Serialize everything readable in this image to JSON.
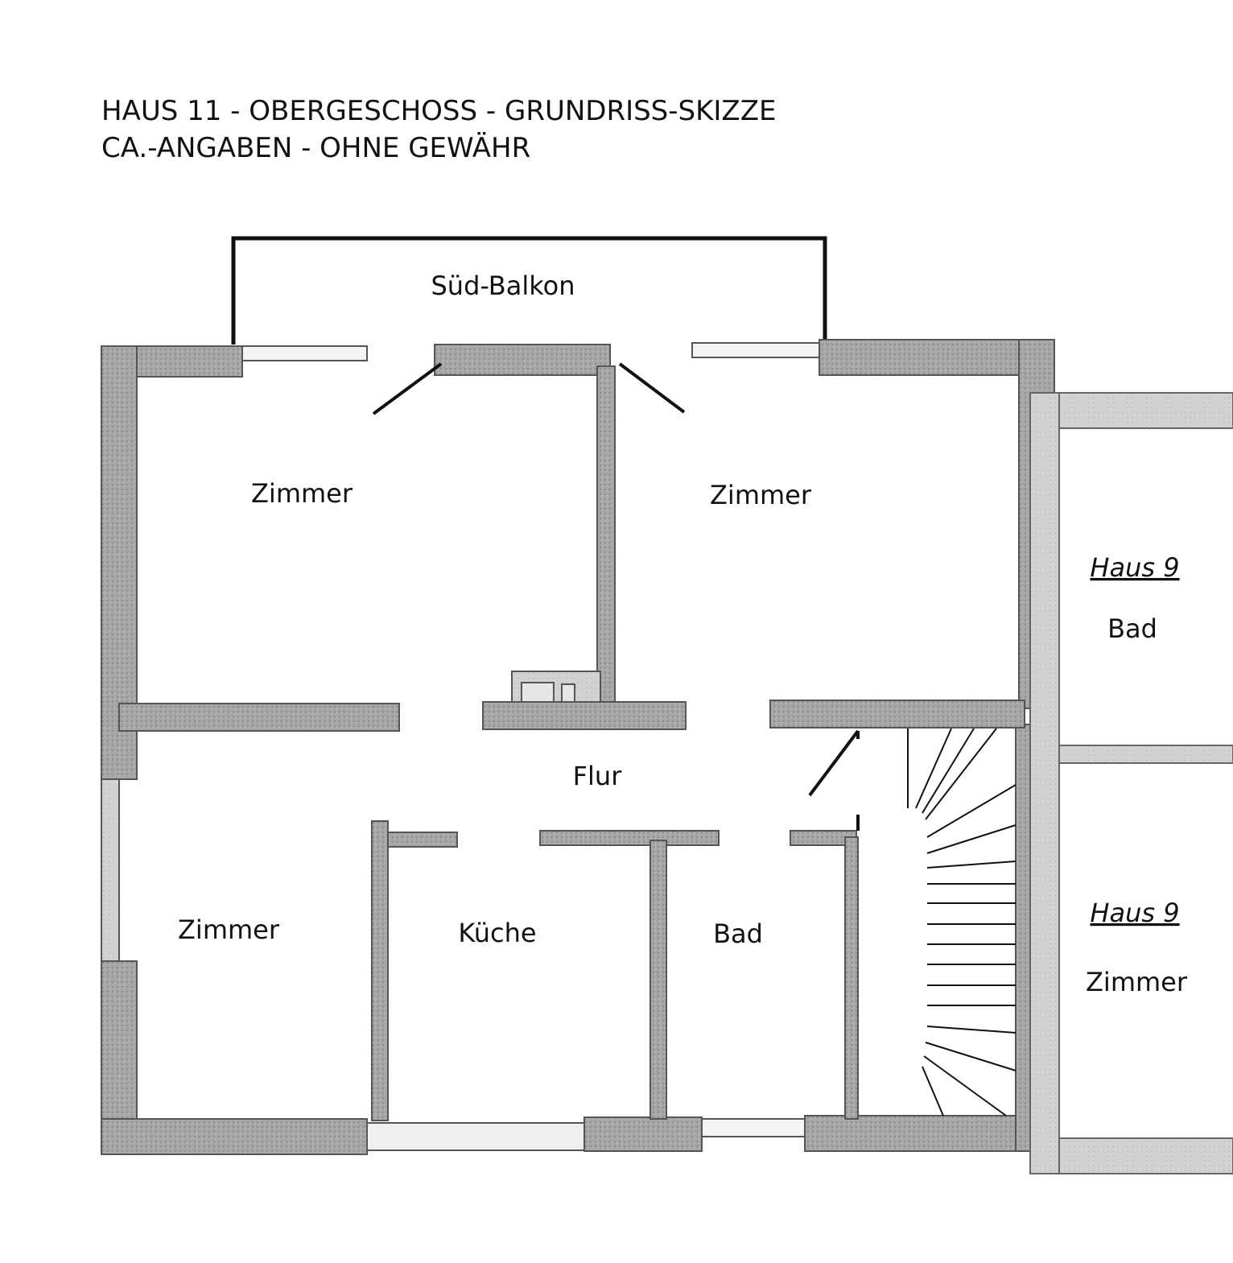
{
  "header": {
    "line1": "HAUS 11 - OBERGESCHOSS - GRUNDRISS-SKIZZE",
    "line2": "CA.-ANGABEN - OHNE GEWÄHR"
  },
  "rooms": {
    "balcony": "Süd-Balkon",
    "room_top_left": "Zimmer",
    "room_top_right": "Zimmer",
    "room_bottom_left": "Zimmer",
    "hallway": "Flur",
    "kitchen": "Küche",
    "bathroom": "Bad"
  },
  "neighbor": {
    "house_top": "Haus 9",
    "room_top": "Bad",
    "house_bottom": "Haus 9",
    "room_bottom": "Zimmer"
  },
  "colors": {
    "wall_fill": "#a9a9a9",
    "wall_edge": "#5a5a5a",
    "light_wall": "#d4d4d4",
    "ink": "#111111"
  }
}
